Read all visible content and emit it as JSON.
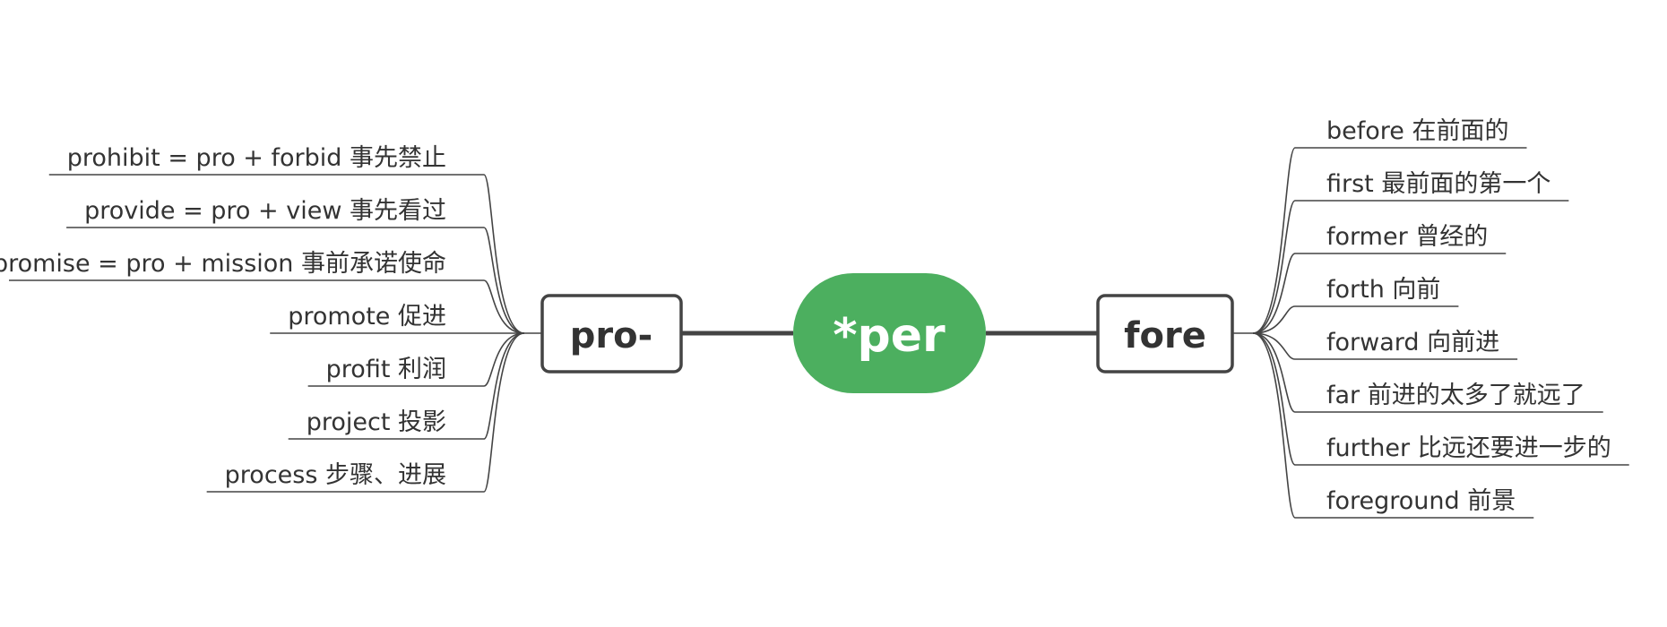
{
  "mindmap": {
    "root": {
      "label": "*per",
      "color": "#4caf5f"
    },
    "left_branch": {
      "label": "pro-",
      "items": [
        "prohibit = pro + forbid 事先禁止",
        "provide = pro + view 事先看过",
        "promise = pro + mission 事前承诺使命",
        "promote 促进",
        "profit 利润",
        "project 投影",
        "process 步骤、进展"
      ]
    },
    "right_branch": {
      "label": "fore",
      "items": [
        "before 在前面的",
        "first 最前面的第一个",
        "former 曾经的",
        "forth 向前",
        "forward 向前进",
        "far 前进的太多了就远了",
        "further 比远还要进一步的",
        "foreground 前景"
      ]
    },
    "colors": {
      "line": "#444444",
      "text": "#333333",
      "node_border": "#444444"
    }
  }
}
